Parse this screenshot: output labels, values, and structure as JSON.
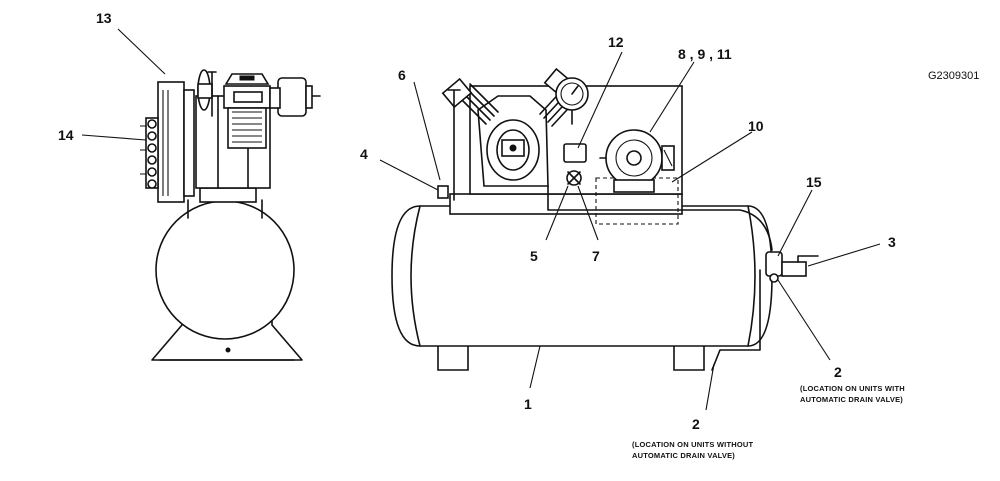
{
  "figure": {
    "id": "G2309301"
  },
  "callouts": {
    "c1": "1",
    "c2a": "2",
    "c2b": "2",
    "c3": "3",
    "c4": "4",
    "c5": "5",
    "c6": "6",
    "c7": "7",
    "c8_9_11": "8 , 9 , 11",
    "c10": "10",
    "c12": "12",
    "c13": "13",
    "c14": "14",
    "c15": "15"
  },
  "notes": {
    "auto_drain_line1": "(LOCATION ON UNITS WITH",
    "auto_drain_line2": "AUTOMATIC DRAIN VALVE)",
    "no_auto_drain_line1": "(LOCATION ON UNITS WITHOUT",
    "no_auto_drain_line2": "AUTOMATIC DRAIN VALVE)"
  }
}
